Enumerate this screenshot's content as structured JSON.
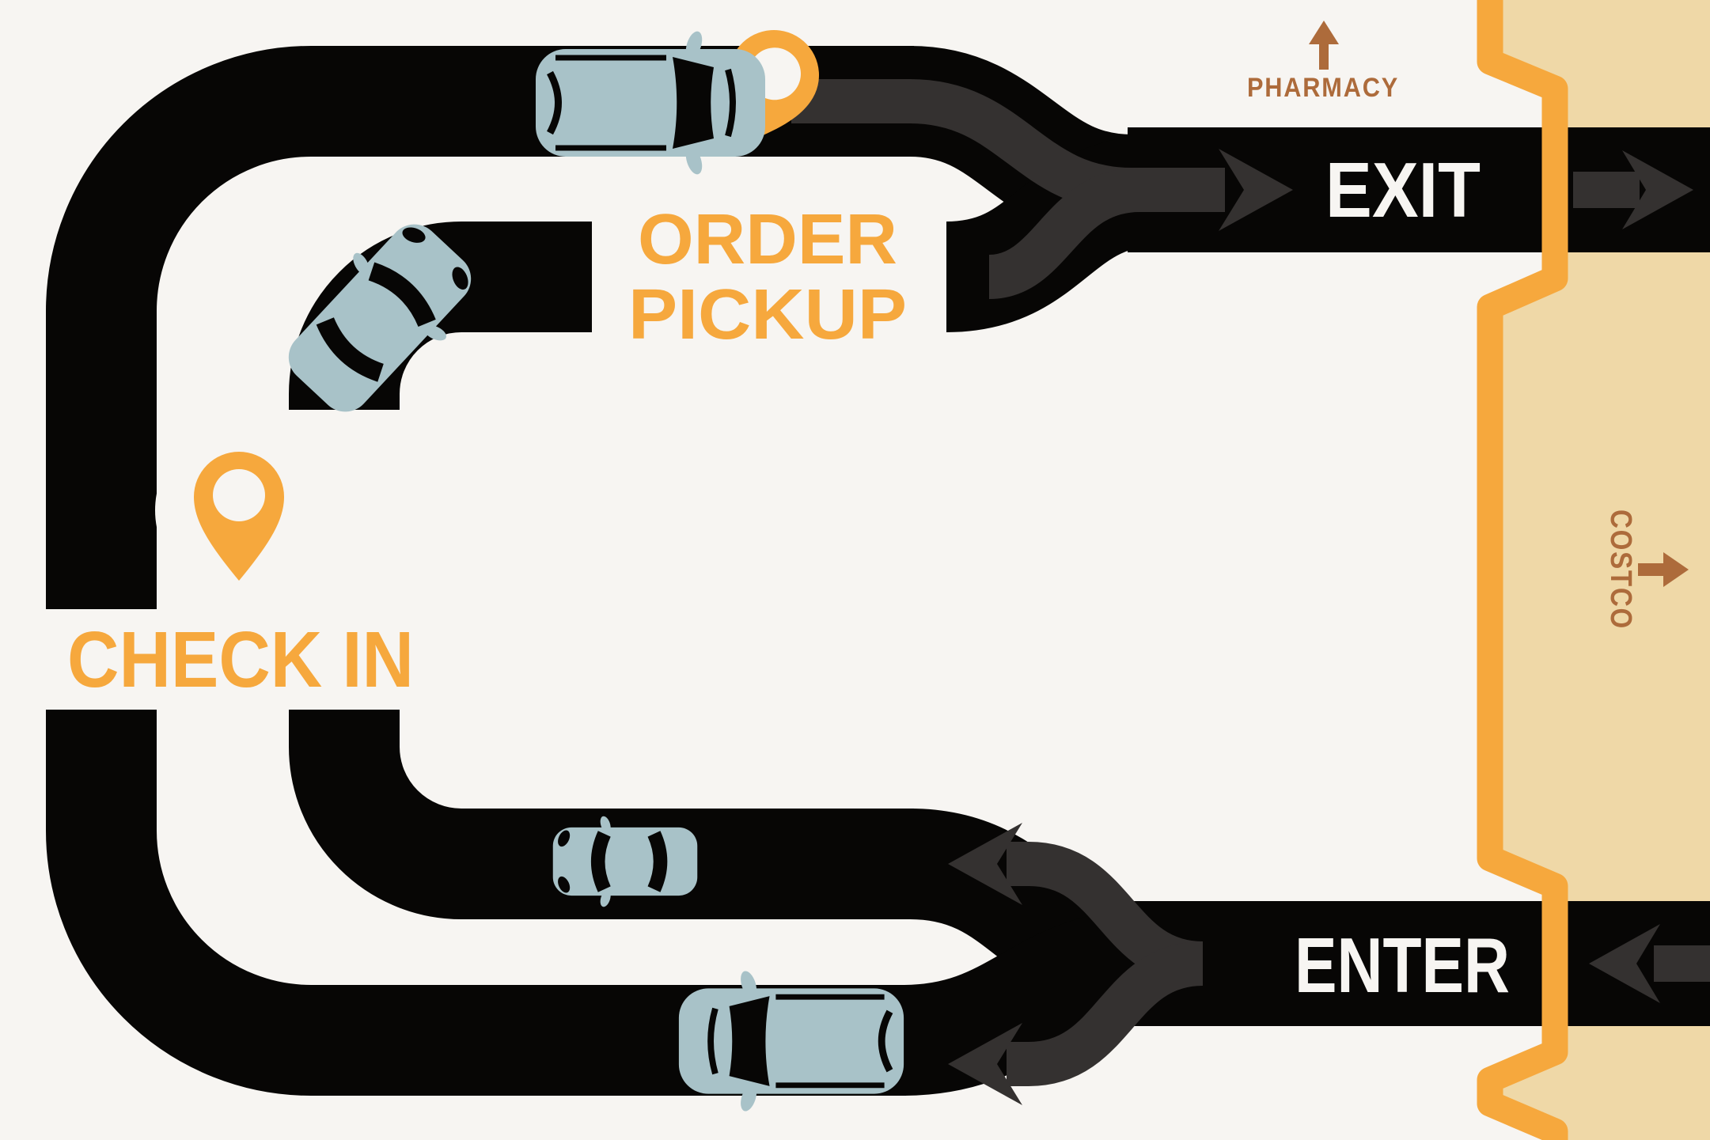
{
  "diagram": {
    "description": "Costco pharmacy drive-thru order pickup route map",
    "labels": {
      "order_pickup_line1": "ORDER",
      "order_pickup_line2": "PICKUP",
      "check_in": "CHECK IN",
      "exit": "EXIT",
      "enter": "ENTER",
      "pharmacy": "PHARMACY",
      "costco": "COSTCO"
    },
    "route_steps": [
      "ENTER from street through building wall opening (bottom right)",
      "Queue splits into two lanes curving around the big C-shaped loop",
      "CHECK IN at the pin on the inner lane (left side)",
      "ORDER PICKUP at the pin on the outer lane (top)",
      "Lanes merge and EXIT through building wall opening (top right) toward PHARMACY"
    ],
    "icons": [
      "map-pin-icon",
      "car-icon",
      "fork-arrow-icon",
      "up-arrow-icon",
      "right-arrow-icon",
      "left-arrow-icon"
    ],
    "colors": {
      "background": "#f7f5f2",
      "road_black": "#070605",
      "flow_arrow_gray": "#343130",
      "accent_orange": "#F6A83D",
      "sign_brown": "#AD6B3B",
      "building_tan": "#EFD8A7",
      "car_body": "#A8C2C8",
      "label_white": "#f7f5f2"
    }
  }
}
